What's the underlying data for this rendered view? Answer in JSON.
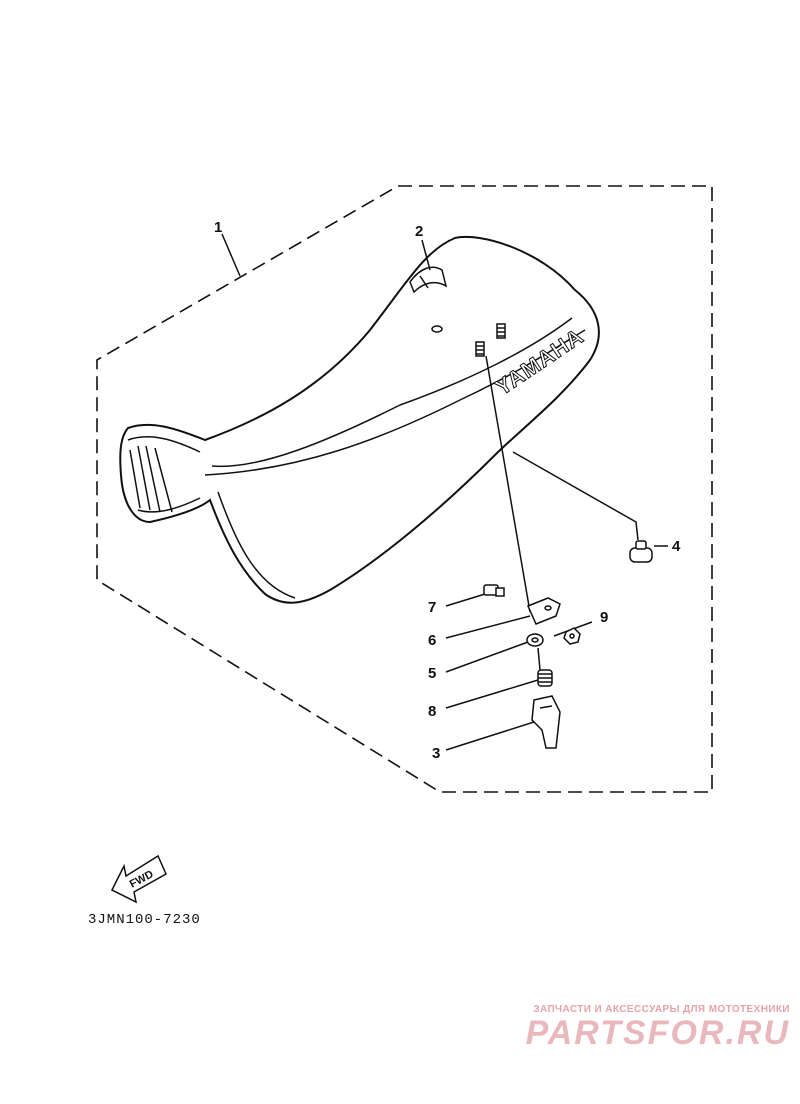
{
  "diagram": {
    "callouts": [
      {
        "id": "1",
        "label": "1"
      },
      {
        "id": "2",
        "label": "2"
      },
      {
        "id": "3",
        "label": "3"
      },
      {
        "id": "4",
        "label": "4"
      },
      {
        "id": "5",
        "label": "5"
      },
      {
        "id": "6",
        "label": "6"
      },
      {
        "id": "7",
        "label": "7"
      },
      {
        "id": "8",
        "label": "8"
      },
      {
        "id": "9",
        "label": "9"
      }
    ],
    "seat_brand": "YAMAHA",
    "fwd_label": "FWD",
    "part_code": "3JMN100-7230"
  },
  "watermark": {
    "tagline": "ЗАПЧАСТИ И АКСЕССУАРЫ ДЛЯ МОТОТЕХНИКИ",
    "logo": "PARTSFOR.RU"
  }
}
